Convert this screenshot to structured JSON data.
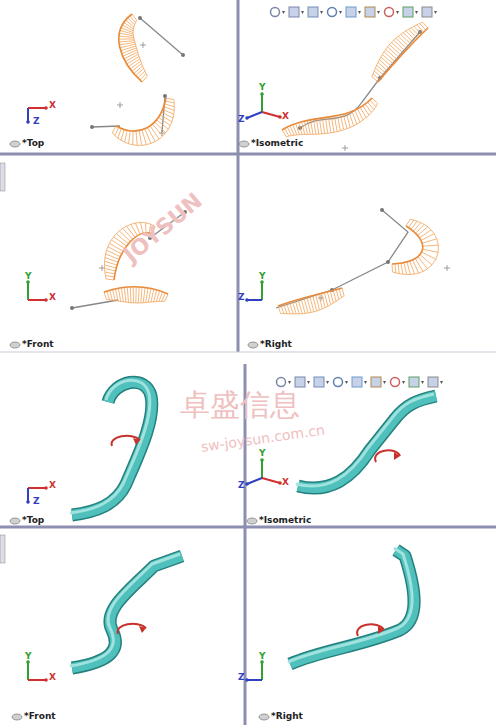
{
  "diagram": {
    "labels": [
      "*Top",
      "*Isometric",
      "*Front",
      "*Right",
      "*Top",
      "*Isometric",
      "*Front",
      "*Right",
      "X",
      "Z",
      "Y",
      "X",
      "Z",
      "Y",
      "X",
      "Y",
      "Z",
      "X",
      "Z",
      "Y",
      "X",
      "Z",
      "Y",
      "X",
      "Y",
      "Z",
      "JOYSUN",
      "卓盛信息",
      "sw-joysun.com.cn"
    ]
  }
}
